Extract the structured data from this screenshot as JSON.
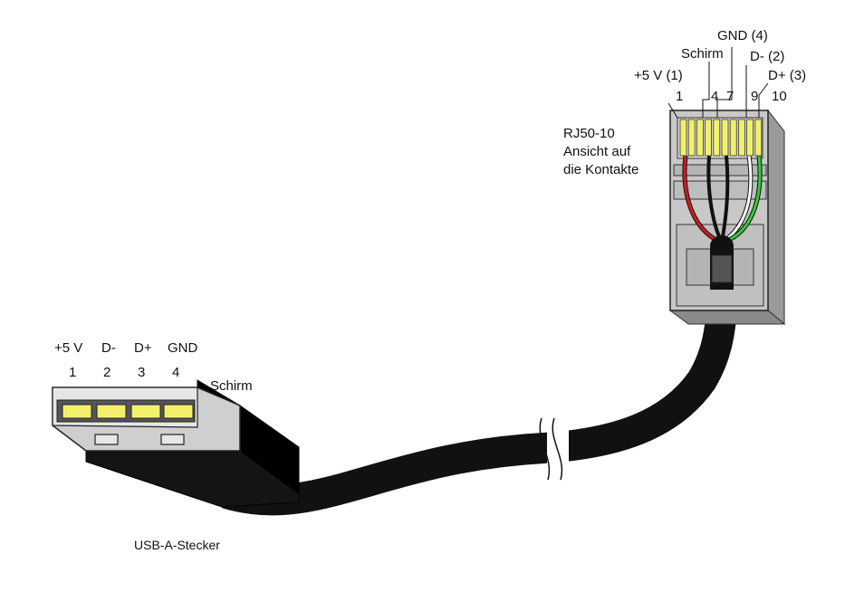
{
  "usb": {
    "signals": [
      "+5 V",
      "D-",
      "D+",
      "GND"
    ],
    "pins": [
      "1",
      "2",
      "3",
      "4"
    ],
    "shield_label": "Schirm",
    "caption": "USB-A-Stecker"
  },
  "rj50": {
    "title_lines": [
      "RJ50-10",
      "Ansicht auf",
      "die Kontakte"
    ],
    "labels": {
      "vcc": "+5 V (1)",
      "schirm": "Schirm",
      "gnd": "GND (4)",
      "dminus": "D- (2)",
      "dplus": "D+ (3)"
    },
    "pin_numbers": [
      "1",
      "4",
      "7",
      "9",
      "10"
    ]
  },
  "colors": {
    "contact": "#f2f06a",
    "housing": "#c8c8c8",
    "cable": "#111111",
    "wire_red": "#d41a1a",
    "wire_green": "#33cc33",
    "wire_white": "#ffffff"
  }
}
